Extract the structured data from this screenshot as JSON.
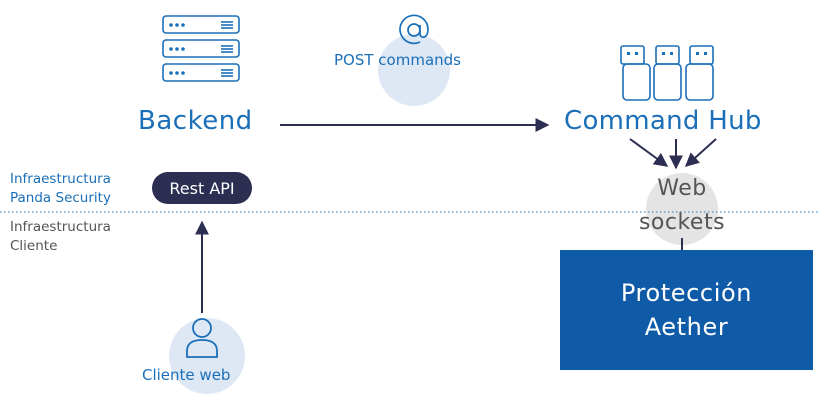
{
  "nodes": {
    "backend": {
      "label": "Backend"
    },
    "post_commands": {
      "label": "POST commands",
      "icon": "at-sign-icon"
    },
    "command_hub": {
      "label": "Command Hub",
      "icon": "usb-devices-icon"
    },
    "rest_api": {
      "label": "Rest API"
    },
    "web_sockets": {
      "line1": "Web",
      "line2": "sockets"
    },
    "proteccion_aether": {
      "line1": "Protección",
      "line2": "Aether"
    },
    "cliente_web": {
      "label": "Cliente web",
      "icon": "user-icon"
    }
  },
  "zones": {
    "panda_security": {
      "line1": "Infraestructura",
      "line2": "Panda Security"
    },
    "cliente": {
      "line1": "Infraestructura",
      "line2": "Cliente"
    }
  },
  "colors": {
    "accent_blue": "#1b6fb8",
    "dark_navy": "#2d2f52",
    "box_blue": "#0f5ba8",
    "highlight_circle": "#dde8f4",
    "socket_circle": "#e4e4e4",
    "divider": "#4a90c8"
  }
}
